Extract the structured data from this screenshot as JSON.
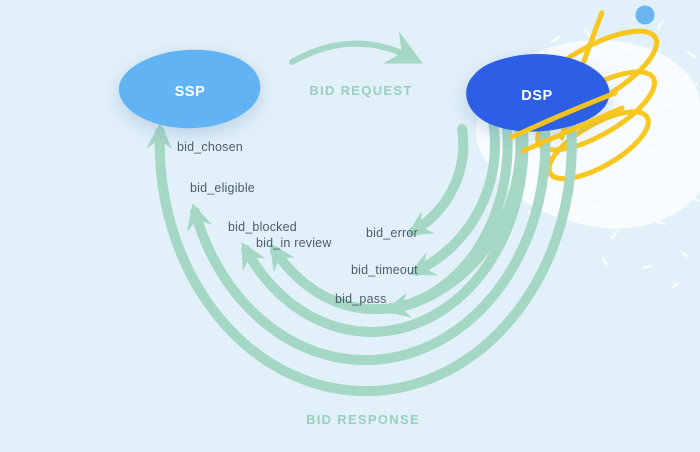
{
  "diagram": {
    "type": "rtb-bid-flow",
    "nodes": {
      "ssp": {
        "label": "SSP"
      },
      "dsp": {
        "label": "DSP"
      }
    },
    "flows": {
      "request_label": "BID REQUEST",
      "response_label": "BID RESPONSE"
    },
    "responses": [
      {
        "label": "bid_chosen"
      },
      {
        "label": "bid_eligible"
      },
      {
        "label": "bid_blocked"
      },
      {
        "label": "bid_in review"
      },
      {
        "label": "bid_error"
      },
      {
        "label": "bid_timeout"
      },
      {
        "label": "bid_pass"
      }
    ],
    "colors": {
      "background": "#e2f0f9",
      "arc_teal": "#a4d7c4",
      "flow_text_teal": "#98d0bc",
      "label_text": "#4c5c6c",
      "ssp_blue": "#61b3f4",
      "dsp_blue": "#2c5ee6",
      "scribble_yellow": "#f8c617",
      "dot_blue": "#69b5ef",
      "blob_white": "#ffffff"
    },
    "icons": {
      "arrowheads": "chevron-arrowhead-icon",
      "decorations": [
        "yellow-scribble",
        "white-blob",
        "confetti-dashes",
        "blue-dot"
      ]
    }
  }
}
